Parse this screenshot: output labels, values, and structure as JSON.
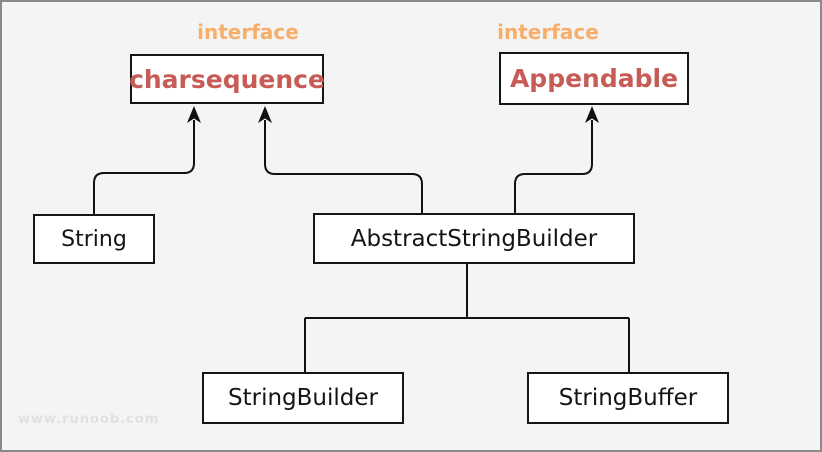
{
  "watermark": "www.runoob.com",
  "colors": {
    "background": "#f4f4f4",
    "stereotype_text": "#f8ae68",
    "interface_name_text": "#c75b55",
    "class_name_text": "#141414",
    "box_border": "#161616",
    "connector": "#111111"
  },
  "nodes": {
    "charsequence": {
      "stereotype": "interface",
      "label": "charsequence",
      "kind": "interface"
    },
    "appendable": {
      "stereotype": "interface",
      "label": "Appendable",
      "kind": "interface"
    },
    "string": {
      "label": "String",
      "kind": "class"
    },
    "abstract_string_builder": {
      "label": "AbstractStringBuilder",
      "kind": "class"
    },
    "string_builder": {
      "label": "StringBuilder",
      "kind": "class"
    },
    "string_buffer": {
      "label": "StringBuffer",
      "kind": "class"
    }
  },
  "relations": [
    {
      "from": "String",
      "to": "charsequence",
      "type": "implements",
      "style": "arrow"
    },
    {
      "from": "AbstractStringBuilder",
      "to": "charsequence",
      "type": "implements",
      "style": "arrow"
    },
    {
      "from": "AbstractStringBuilder",
      "to": "Appendable",
      "type": "implements",
      "style": "arrow"
    },
    {
      "from": "StringBuilder",
      "to": "AbstractStringBuilder",
      "type": "extends",
      "style": "plain-line"
    },
    {
      "from": "StringBuffer",
      "to": "AbstractStringBuilder",
      "type": "extends",
      "style": "plain-line"
    }
  ]
}
